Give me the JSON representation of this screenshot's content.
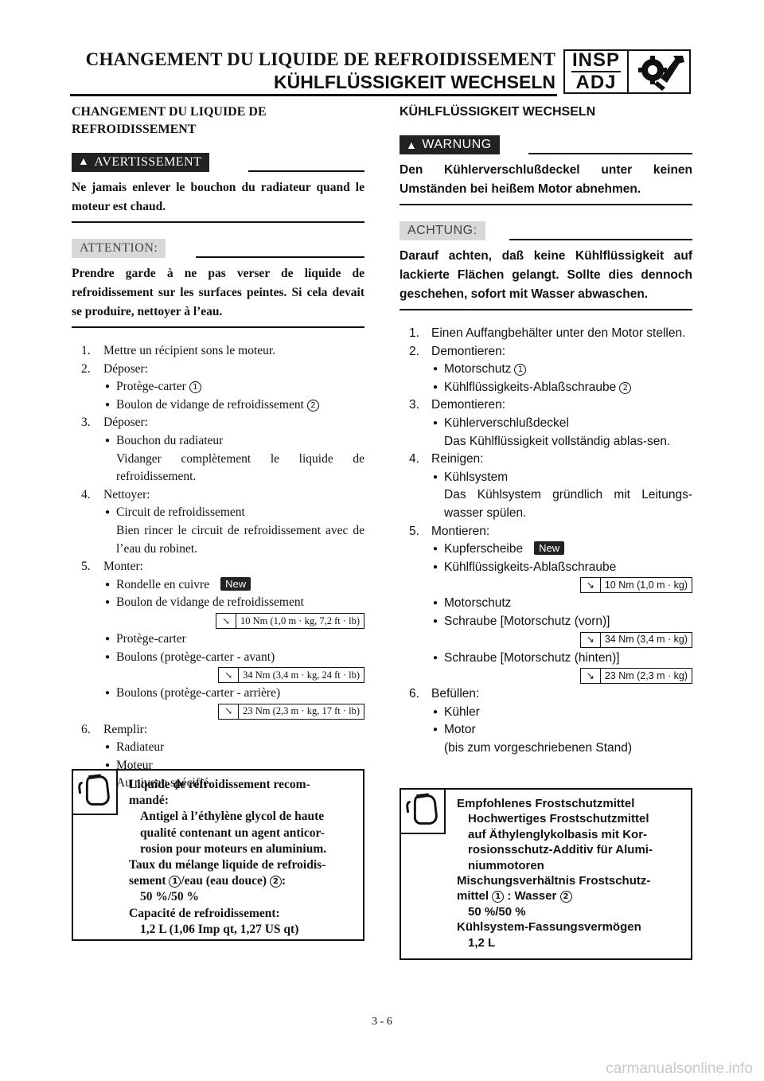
{
  "header": {
    "title_fr": "CHANGEMENT DU LIQUIDE DE REFROIDISSEMENT",
    "title_de": "KÜHLFLÜSSIGKEIT WECHSELN",
    "badge_top": "INSP",
    "badge_bottom": "ADJ",
    "badge_icon": "wrench-gear-icon"
  },
  "fr": {
    "section_title": "CHANGEMENT DU LIQUIDE DE REFROIDISSEMENT",
    "warning_label": "AVERTISSEMENT",
    "warning_text": "Ne jamais enlever le bouchon du radiateur quand le moteur est chaud.",
    "attention_label": "ATTENTION:",
    "attention_text": "Prendre garde à ne pas verser de liquide de refroidissement sur les surfaces peintes. Si cela devait se produire, nettoyer à l’eau.",
    "steps": [
      {
        "n": "1.",
        "text": "Mettre un récipient sons le moteur."
      },
      {
        "n": "2.",
        "text": "Déposer:"
      },
      {
        "bullet": "Protège-carter",
        "ref": "1"
      },
      {
        "bullet": "Boulon de vidange de refroidissement",
        "ref": "2"
      },
      {
        "n": "3.",
        "text": "Déposer:"
      },
      {
        "bullet": "Bouchon du radiateur"
      },
      {
        "note": "Vidanger complètement le liquide de refroidissement."
      },
      {
        "n": "4.",
        "text": "Nettoyer:"
      },
      {
        "bullet": "Circuit de refroidissement"
      },
      {
        "note": "Bien rincer le circuit de refroidissement avec de l’eau du robinet."
      },
      {
        "n": "5.",
        "text": "Monter:"
      },
      {
        "bullet": "Rondelle en cuivre",
        "tag": "New"
      },
      {
        "bullet": "Boulon de vidange de refroidissement"
      },
      {
        "torque": "10 Nm (1,0 m · kg, 7,2 ft · lb)"
      },
      {
        "bullet": "Protège-carter"
      },
      {
        "bullet": "Boulons (protège-carter - avant)"
      },
      {
        "torque": "34 Nm (3,4 m · kg, 24 ft · lb)"
      },
      {
        "bullet": "Boulons (protège-carter - arrière)"
      },
      {
        "torque": "23 Nm (2,3 m · kg, 17 ft · lb)"
      },
      {
        "n": "6.",
        "text": "Remplir:"
      },
      {
        "bullet": "Radiateur"
      },
      {
        "bullet": "Moteur"
      },
      {
        "note": "Au niveau spécifié."
      }
    ],
    "spec": {
      "icon": "oil-can-icon",
      "l1": "Liquide de refroidissement recom-",
      "l2": "mandé:",
      "l3": "Antigel à l’éthylène glycol de haute",
      "l4": "qualité contenant un agent anticor-",
      "l5": "rosion pour moteurs en aluminium.",
      "l6": "Taux du mélange liquide de refroidis-",
      "l7a": "sement ",
      "l7b": "/eau (eau douce) ",
      "l7c": ":",
      "l8": "50 %/50 %",
      "l9": "Capacité de refroidissement:",
      "l10": "1,2 L (1,06 Imp qt, 1,27 US qt)",
      "ref1": "1",
      "ref2": "2"
    }
  },
  "de": {
    "section_title": "KÜHLFLÜSSIGKEIT WECHSELN",
    "warning_label": "WARNUNG",
    "warning_text": "Den Kühlerverschlußdeckel unter keinen Umständen bei heißem Motor abnehmen.",
    "attention_label": "ACHTUNG:",
    "attention_text": "Darauf achten, daß keine Kühlflüssigkeit auf lackierte Flächen gelangt. Sollte dies dennoch geschehen, sofort mit Wasser abwaschen.",
    "steps": [
      {
        "n": "1.",
        "text": "Einen Auffangbehälter unter den Motor stellen."
      },
      {
        "n": "2.",
        "text": "Demontieren:"
      },
      {
        "bullet": "Motorschutz",
        "ref": "1"
      },
      {
        "bullet": "Kühlflüssigkeits-Ablaßschraube",
        "ref": "2"
      },
      {
        "n": "3.",
        "text": "Demontieren:"
      },
      {
        "bullet": "Kühlerverschlußdeckel"
      },
      {
        "note": "Das Kühlflüssigkeit vollständig ablas-sen."
      },
      {
        "n": "4.",
        "text": "Reinigen:"
      },
      {
        "bullet": "Kühlsystem"
      },
      {
        "note": "Das Kühlsystem gründlich mit Leitungs-wasser spülen."
      },
      {
        "n": "5.",
        "text": "Montieren:"
      },
      {
        "bullet": "Kupferscheibe",
        "tag": "New"
      },
      {
        "bullet": "Kühlflüssigkeits-Ablaßschraube"
      },
      {
        "torque": "10 Nm (1,0 m · kg)"
      },
      {
        "bullet": "Motorschutz"
      },
      {
        "bullet": "Schraube [Motorschutz (vorn)]"
      },
      {
        "torque": "34 Nm (3,4 m · kg)"
      },
      {
        "bullet": "Schraube [Motorschutz (hinten)]"
      },
      {
        "torque": "23 Nm (2,3 m · kg)"
      },
      {
        "n": "6.",
        "text": "Befüllen:"
      },
      {
        "bullet": "Kühler"
      },
      {
        "bullet": "Motor"
      },
      {
        "note": "(bis zum vorgeschriebenen Stand)"
      }
    ],
    "spec": {
      "icon": "oil-can-icon",
      "l1": "Empfohlenes Frostschutzmittel",
      "l2": "Hochwertiges Frostschutzmittel",
      "l3": "auf Äthylenglykolbasis mit Kor-",
      "l4": "rosionsschutz-Additiv für Alumi-",
      "l5": "niummotoren",
      "l6": "Mischungsverhältnis Frostschutz-",
      "l7a": "mittel ",
      "l7b": " : Wasser ",
      "l8": "50 %/50 %",
      "l9": "Kühlsystem-Fassungsvermögen",
      "l10": "1,2 L",
      "ref1": "1",
      "ref2": "2"
    }
  },
  "footer": {
    "page_number": "3 - 6",
    "watermark": "carmanualsonline.info"
  }
}
